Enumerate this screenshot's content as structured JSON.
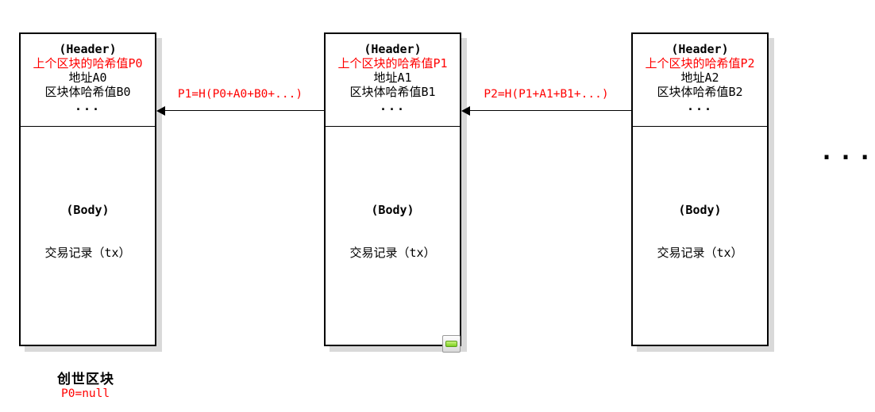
{
  "colors": {
    "red": "#ff0000",
    "ink": "#000000",
    "shadow": "#d9d9d9",
    "handle-border": "#999999",
    "handle-green": "#7ed321",
    "handle-green-light": "#c9f17f",
    "handle-green-border": "#5c9e1e"
  },
  "blocks": [
    {
      "header": {
        "title": "(Header)",
        "prev_hash": "上个区块的哈希值P0",
        "address": "地址A0",
        "body_hash": "区块体哈希值B0",
        "more": "..."
      },
      "body": {
        "title": "(Body)",
        "content": "交易记录（tx）"
      }
    },
    {
      "header": {
        "title": "(Header)",
        "prev_hash": "上个区块的哈希值P1",
        "address": "地址A1",
        "body_hash": "区块体哈希值B1",
        "more": "..."
      },
      "body": {
        "title": "(Body)",
        "content": "交易记录（tx）"
      }
    },
    {
      "header": {
        "title": "(Header)",
        "prev_hash": "上个区块的哈希值P2",
        "address": "地址A2",
        "body_hash": "区块体哈希值B2",
        "more": "..."
      },
      "body": {
        "title": "(Body)",
        "content": "交易记录（tx）"
      }
    }
  ],
  "arrows": [
    {
      "label": "P1=H(P0+A0+B0+...)",
      "direction": "left"
    },
    {
      "label": "P2=H(P1+A1+B1+...)",
      "direction": "left"
    }
  ],
  "genesis": {
    "title": "创世区块",
    "note": "P0=null"
  },
  "chain_continues": "...",
  "icons": {
    "collapse_handle": "collapse-handle-icon"
  }
}
